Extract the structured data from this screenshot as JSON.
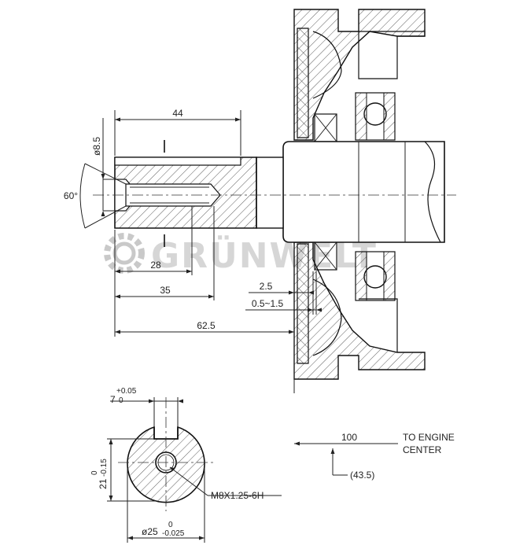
{
  "watermark": {
    "brand": "GRÜNWELT"
  },
  "dimensions": {
    "length_44": "44",
    "dia_8_5": "ø8.5",
    "angle_60": "60°",
    "length_28": "28",
    "length_35": "35",
    "length_62_5": "62.5",
    "gap_2_5": "2.5",
    "gap_0_5_1_5": "0.5~1.5",
    "length_100": "100",
    "to_engine_center_1": "TO ENGINE",
    "to_engine_center_2": "CENTER",
    "ref_43_5": "(43.5)",
    "key_width": "7",
    "key_width_tol_upper": "+0.05",
    "key_width_tol_lower": "0",
    "key_height": "21",
    "key_height_tol_upper": "0",
    "key_height_tol_lower": "-0.15",
    "thread": "M8X1.25-6H",
    "shaft_dia": "ø25",
    "shaft_dia_tol_upper": "0",
    "shaft_dia_tol_lower": "-0.025"
  },
  "colors": {
    "ink": "#222222",
    "watermark": "#c9c9c9"
  }
}
